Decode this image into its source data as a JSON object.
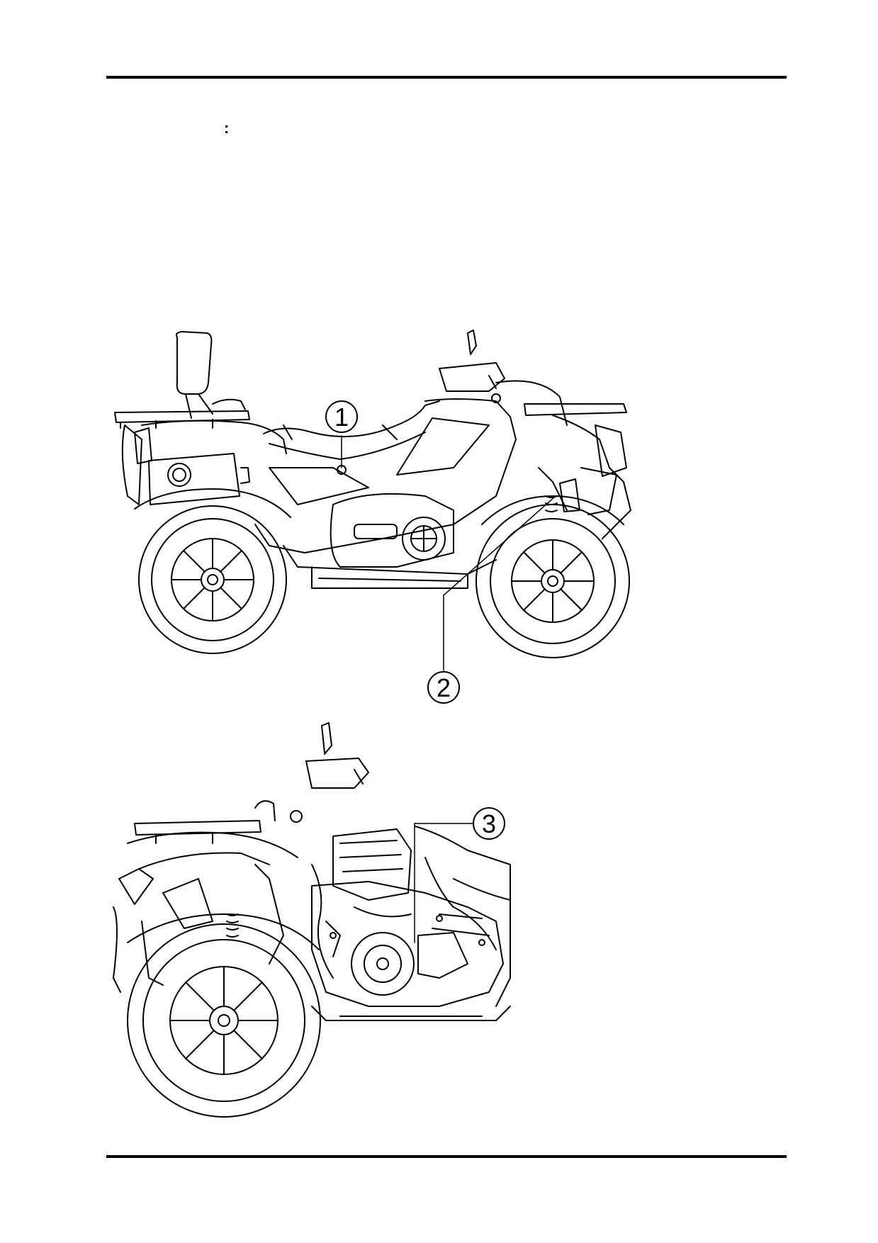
{
  "header": {
    "colon": ":"
  },
  "figure_top": {
    "callouts": [
      "1",
      "2"
    ]
  },
  "figure_bottom": {
    "callouts": [
      "3"
    ]
  }
}
